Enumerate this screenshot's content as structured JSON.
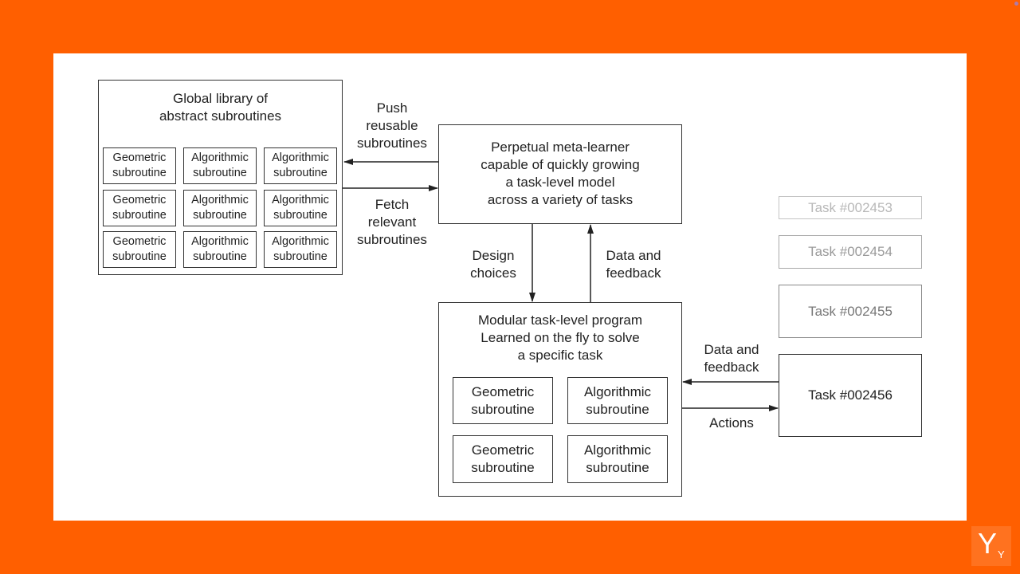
{
  "library": {
    "title": "Global library of\nabstract subroutines",
    "subroutines": [
      "Geometric\nsubroutine",
      "Algorithmic\nsubroutine",
      "Algorithmic\nsubroutine",
      "Geometric\nsubroutine",
      "Algorithmic\nsubroutine",
      "Algorithmic\nsubroutine",
      "Geometric\nsubroutine",
      "Algorithmic\nsubroutine",
      "Algorithmic\nsubroutine"
    ]
  },
  "meta_learner": {
    "title": "Perpetual meta-learner\ncapable of quickly growing\na task-level model\nacross a variety of tasks"
  },
  "program": {
    "title": "Modular task-level program\nLearned on the fly to solve\na specific task",
    "subroutines": [
      "Geometric\nsubroutine",
      "Algorithmic\nsubroutine",
      "Geometric\nsubroutine",
      "Algorithmic\nsubroutine"
    ]
  },
  "labels": {
    "push": "Push\nreusable\nsubroutines",
    "fetch": "Fetch\nrelevant\nsubroutines",
    "design": "Design\nchoices",
    "data_feedback_up": "Data and\nfeedback",
    "data_feedback_task": "Data and\nfeedback",
    "actions": "Actions"
  },
  "tasks": [
    "Task #002453",
    "Task #002454",
    "Task #002455",
    "Task #002456"
  ],
  "logo": {
    "big": "Y",
    "small": "Y"
  },
  "colors": {
    "background": "#ff5f00",
    "slide": "#ffffff",
    "ink": "#222222"
  }
}
